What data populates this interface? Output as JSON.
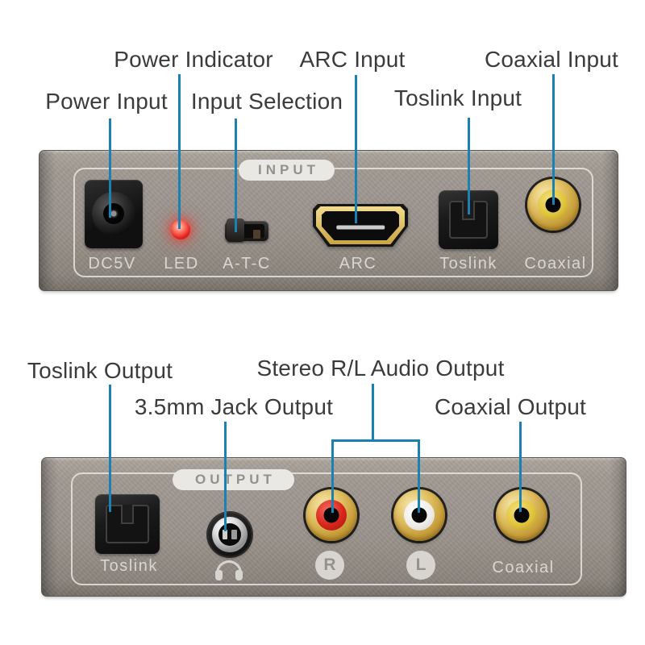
{
  "annotations": {
    "power_indicator": "Power Indicator",
    "arc_input": "ARC Input",
    "coaxial_input": "Coaxial Input",
    "power_input": "Power Input",
    "input_selection": "Input Selection",
    "toslink_input": "Toslink Input",
    "toslink_output": "Toslink Output",
    "stereo_rl_audio_output": "Stereo R/L Audio Output",
    "jack_output": "3.5mm Jack Output",
    "coaxial_output": "Coaxial Output"
  },
  "input_panel": {
    "tag": "INPUT",
    "ports": {
      "dc": "DC5V",
      "led": "LED",
      "switch": "A-T-C",
      "arc": "ARC",
      "toslink": "Toslink",
      "coaxial": "Coaxial"
    }
  },
  "output_panel": {
    "tag": "OUTPUT",
    "ports": {
      "toslink": "Toslink",
      "right": "R",
      "left": "L",
      "coaxial": "Coaxial"
    }
  },
  "colors": {
    "callout_line": "#1b80b2",
    "annotation_text": "#3b3b3e",
    "panel_face": "#a29b93",
    "panel_print": "#d9d6d1",
    "led_red": "#e42320",
    "rca_right_red": "#d8251c",
    "rca_left_white": "#edebe7",
    "rca_coaxial_yellow": "#e0c43c",
    "hdmi_gold": "#caa440"
  }
}
